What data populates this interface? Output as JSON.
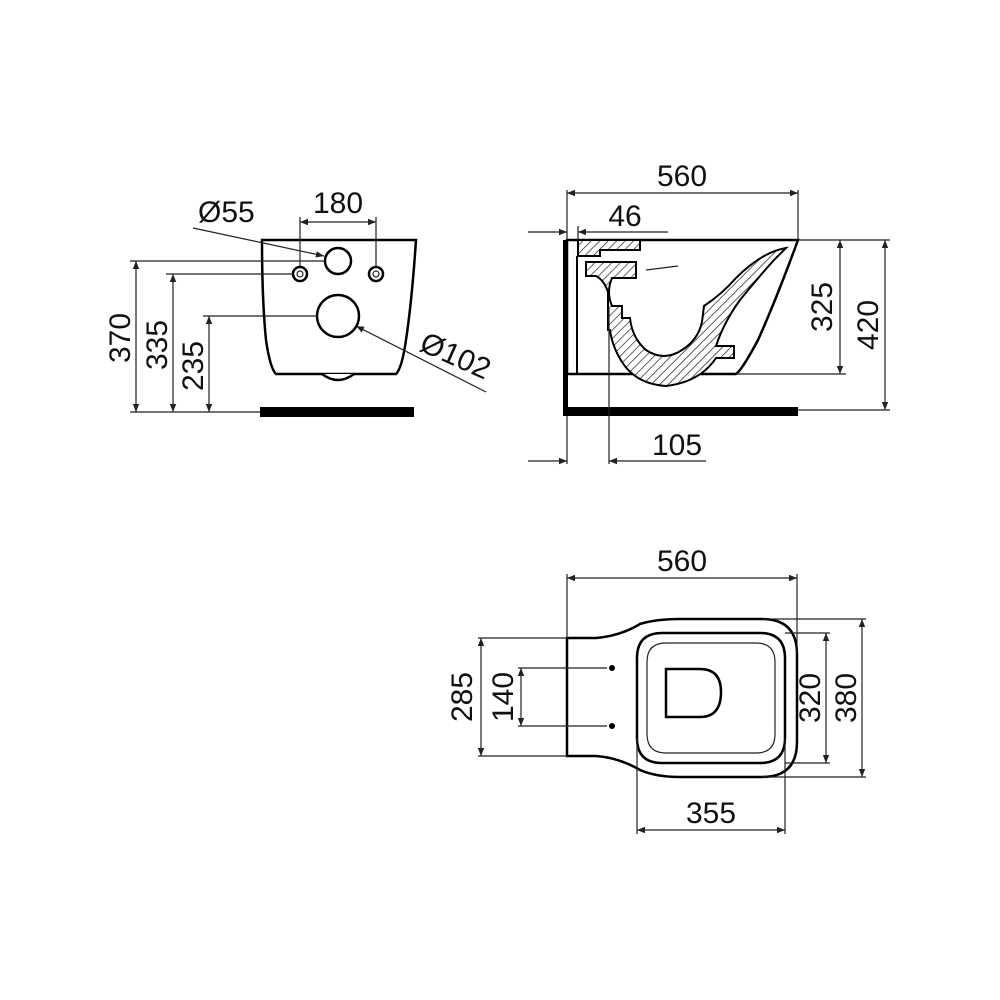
{
  "colors": {
    "line": "#000000",
    "background": "#ffffff"
  },
  "front_view": {
    "width": "180",
    "pipe_diameter": "Ø55",
    "outlet_diameter": "Ø102",
    "height_top": "370",
    "height_bolts": "335",
    "height_outlet": "235"
  },
  "side_view": {
    "length": "560",
    "rim_offset": "46",
    "bowl_height": "325",
    "total_height": "420",
    "outlet_offset": "105"
  },
  "top_view": {
    "length": "560",
    "bracket_height": "285",
    "bolt_spacing": "140",
    "inner_width": "320",
    "outer_width": "380",
    "bowl_length": "355"
  }
}
